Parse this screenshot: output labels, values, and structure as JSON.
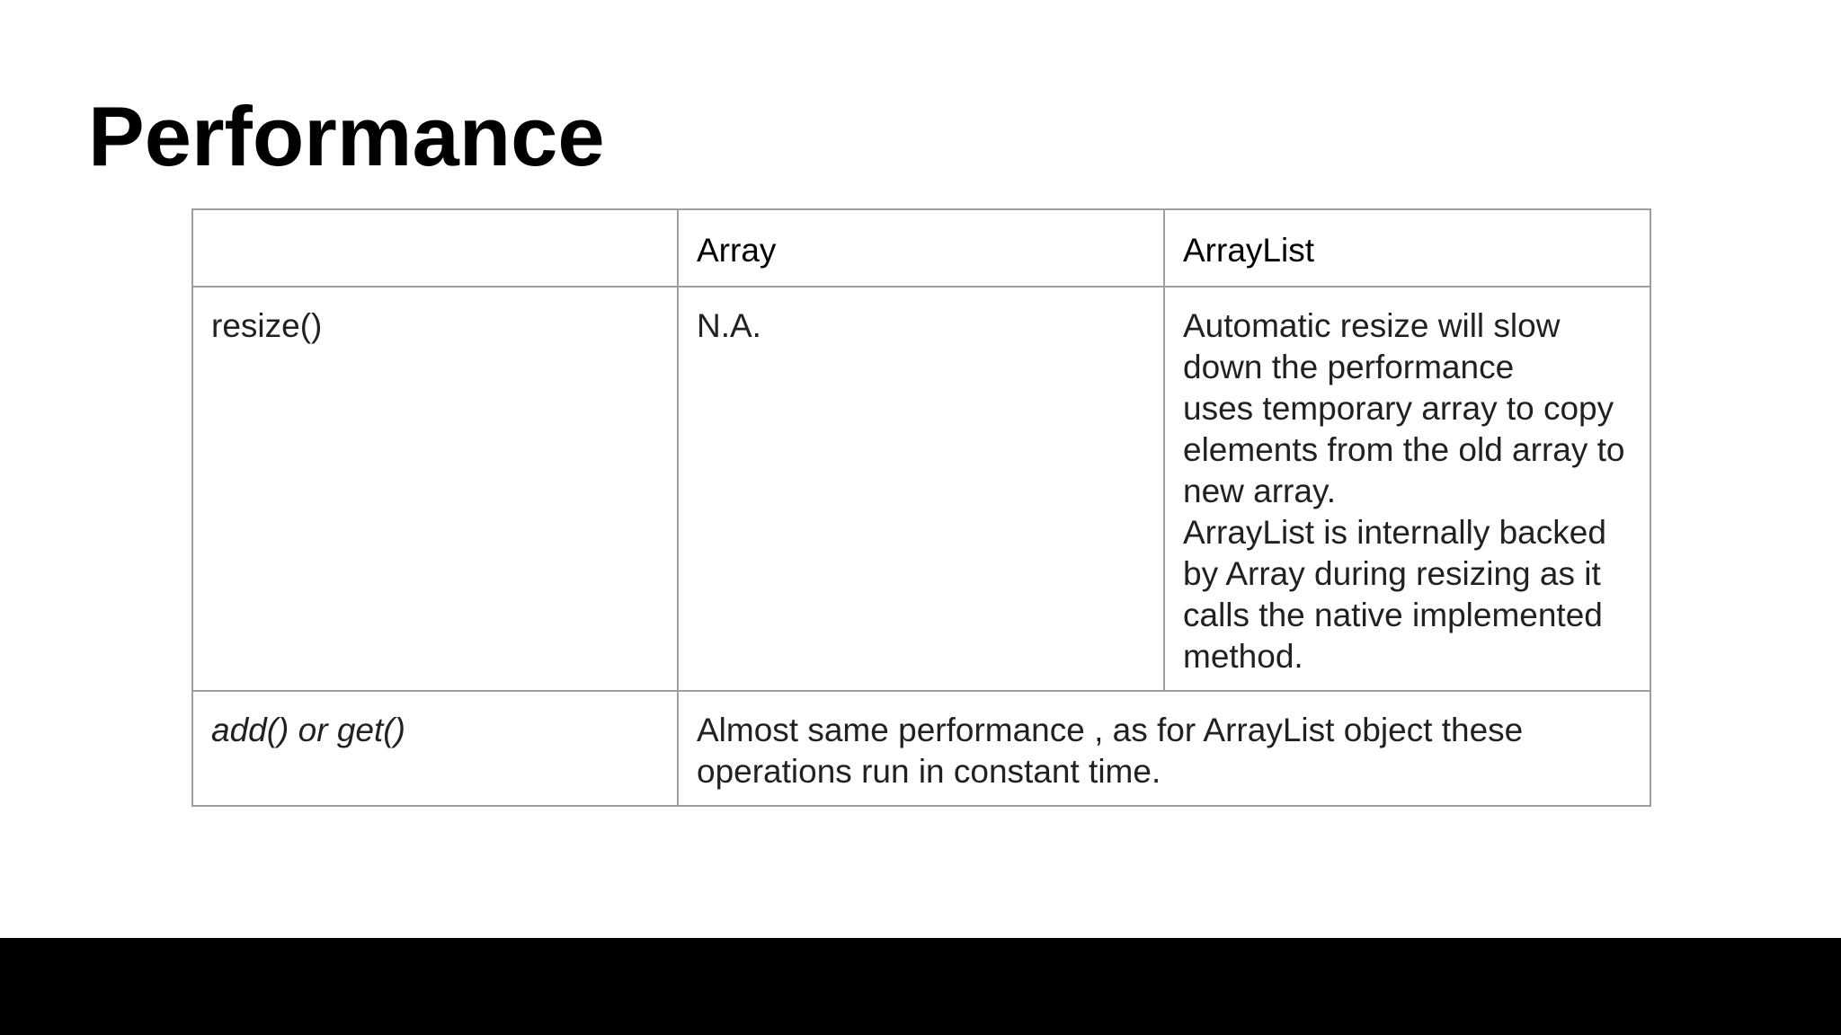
{
  "slide": {
    "title": "Performance",
    "table": {
      "header": [
        "",
        "Array",
        "ArrayList"
      ],
      "rows": [
        {
          "operation": "resize()",
          "array": "N.A.",
          "arraylist": "Automatic resize will slow down the performance\nuses temporary array to copy elements from the old array to new array.\nArrayList is internally backed by Array during resizing  as it calls the native implemented method."
        },
        {
          "operation": "add() or get()",
          "combined": "Almost same  performance , as for ArrayList object these operations  run in constant time."
        }
      ]
    }
  },
  "colors": {
    "slide_background": "#ffffff",
    "frame": "#000000",
    "table_border": "#9e9e9e",
    "text": "#212121"
  }
}
